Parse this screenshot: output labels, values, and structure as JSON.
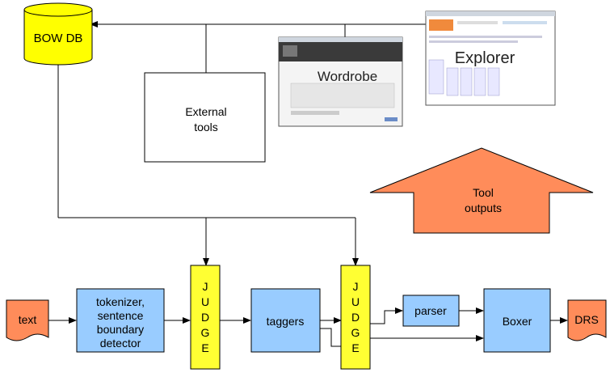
{
  "labels": {
    "bow_db": "BOW DB",
    "external_tools_1": "External",
    "external_tools_2": "tools",
    "wordrobe": "Wordrobe",
    "explorer": "Explorer",
    "tool_outputs_1": "Tool",
    "tool_outputs_2": "outputs",
    "text": "text",
    "tokenizer_1": "tokenizer,",
    "tokenizer_2": "sentence",
    "tokenizer_3": "boundary",
    "tokenizer_4": "detector",
    "judge_letters": [
      "J",
      "U",
      "D",
      "G",
      "E"
    ],
    "taggers": "taggers",
    "parser": "parser",
    "boxer": "Boxer",
    "drs": "DRS"
  },
  "colors": {
    "db_fill": "#ffff00",
    "process_fill": "#99ccff",
    "io_fill": "#ff8c5a",
    "arrow_fill": "#ff8c5a",
    "judge_fill": "#ffff33",
    "line": "#000000"
  }
}
